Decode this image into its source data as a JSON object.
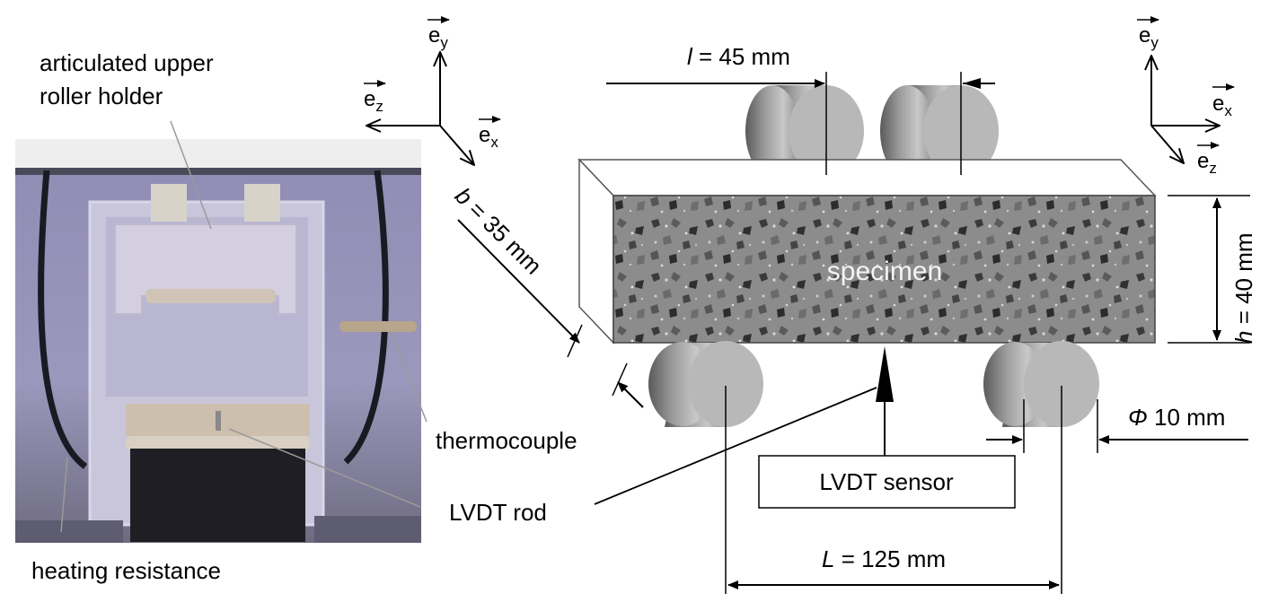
{
  "photo": {
    "labels": {
      "roller_holder_line1": "articulated upper",
      "roller_holder_line2": "roller holder",
      "thermocouple": "thermocouple",
      "lvdt_rod": "LVDT rod",
      "heating_resistance": "heating resistance"
    }
  },
  "axes_left": {
    "y_base": "e",
    "y_sub": "y",
    "z_base": "e",
    "z_sub": "z",
    "x_base": "e",
    "x_sub": "x"
  },
  "axes_right": {
    "y_base": "e",
    "y_sub": "y",
    "x_base": "e",
    "x_sub": "x",
    "z_base": "e",
    "z_sub": "z"
  },
  "dimensions": {
    "upper_span_sym": "l",
    "upper_span_val": " = 45 mm",
    "width_sym": "b",
    "width_val": " = 35 mm",
    "height_sym": "h",
    "height_val": " = 40 mm",
    "diameter_sym": "Φ",
    "diameter_val": " 10 mm",
    "lower_span_sym": "L",
    "lower_span_val": " = 125 mm"
  },
  "specimen_label": "specimen",
  "sensor_label": "LVDT sensor"
}
